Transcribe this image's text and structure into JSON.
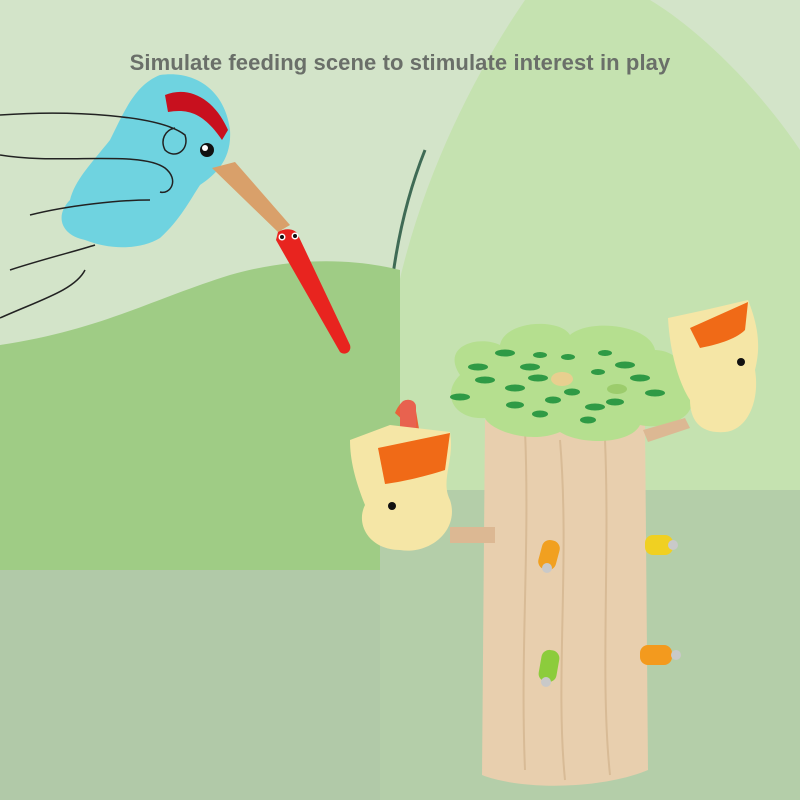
{
  "caption": "Simulate feeding scene to stimulate interest in play",
  "scene": {
    "description": "Wooden woodpecker feeding toy product photo",
    "objects": [
      {
        "name": "blue-woodpecker-catcher",
        "color": "#6fd3e0"
      },
      {
        "name": "red-caterpillar",
        "color": "#e8241f"
      },
      {
        "name": "tree-trunk",
        "color": "#e8cfae"
      },
      {
        "name": "leaf-canopy",
        "color": "#b5df8f"
      },
      {
        "name": "yellow-bird-left",
        "color": "#f5e6a6"
      },
      {
        "name": "yellow-bird-right",
        "color": "#f5e6a6"
      },
      {
        "name": "orange-caterpillar",
        "color": "#f1a020"
      },
      {
        "name": "yellow-caterpillar",
        "color": "#f0d022"
      },
      {
        "name": "green-caterpillar",
        "color": "#8ccc3c"
      },
      {
        "name": "orange-caterpillar-2",
        "color": "#f39a1e"
      }
    ],
    "colors": {
      "background_light": "#d3e4c9",
      "leaf_shape": "#c5e2b0",
      "hill": "#9fcc85",
      "floor": "#b1c9a8"
    }
  }
}
